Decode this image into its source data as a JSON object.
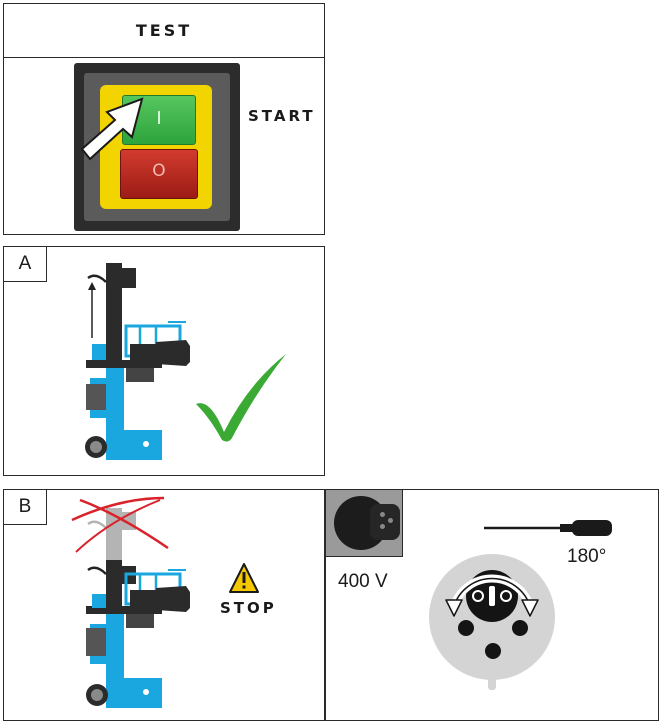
{
  "test_panel": {
    "header": "TEST",
    "button_on_symbol": "I",
    "button_off_symbol": "O",
    "action_label": "START"
  },
  "panel_a": {
    "label": "A"
  },
  "panel_b": {
    "label": "B",
    "warning_label": "STOP"
  },
  "voltage_panel": {
    "voltage": "400 V",
    "rotation": "180°"
  },
  "colors": {
    "machine_blue": "#1aa7e0",
    "check_green": "#3aaa35",
    "cross_red": "#d9222a",
    "button_green": "#3bb54a",
    "button_red": "#c0231c",
    "warning_yellow": "#f5c800"
  }
}
